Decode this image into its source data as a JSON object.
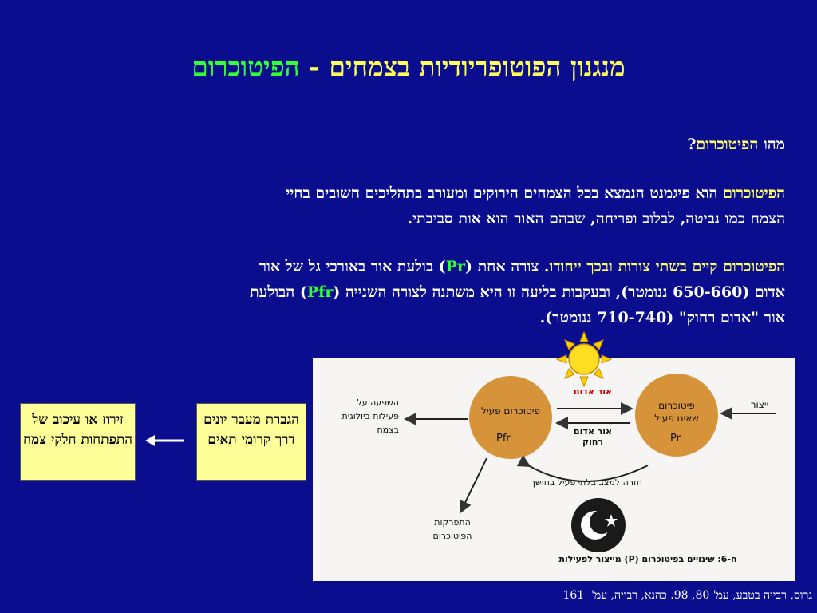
{
  "title": {
    "main": "מנגנון הפוטופריודיות בצמחים - ",
    "accent": "הפיטוכרום"
  },
  "question": {
    "prefix": "מהו ",
    "term": "הפיטוכרום",
    "suffix": "?"
  },
  "definition": {
    "term": "הפיטוכרום",
    "line1_rest": " הוא פיגמנט הנמצא בכל הצמחים הירוקים ומעורב בתהליכים חשובים בחיי",
    "line2": "הצמח כמו נביטה, לבלוב ופריחה, שבהם האור הוא אות סביבתי."
  },
  "forms": {
    "term": "הפיטוכרום",
    "exists": " קיים בשתי צורות ובכך ייחודו",
    "l1_a": ". צורה אחת (",
    "pr": "Pr",
    "l1_b": ") בולעת אור באורכי גל של אור",
    "l2_a": "אדום (650-660 ננומטר), ובעקבות בליעה זו היא משתנה לצורה השנייה (",
    "pfr": "Pfr",
    "l2_b": ") הבולעת",
    "l3": "אור \"אדום רחוק\" (710-740 ננומטר)."
  },
  "boxes": {
    "ion": "הגברת מעבר יונים דרך קרומי תאים",
    "growth": "זירוז או עיכוב של התפתחות חלקי צמח"
  },
  "figure": {
    "active_label": "פיטוכרום פעיל",
    "active_sub": "Pfr",
    "inactive_label1": "פיטוכרום",
    "inactive_label2": "שאינו פעיל",
    "inactive_sub": "Pr",
    "red_light": "אור אדום",
    "far_red1": "אור אדום",
    "far_red2": "רחוק",
    "production": "ייצור",
    "influence1": "השפעה על",
    "influence2": "פעילות ביולוגית",
    "influence3": "בצמח",
    "dark_return": "חזרה למצב בלתי פעיל בחושך",
    "decay1": "התפרקות",
    "decay2": "הפיטוכרום",
    "caption": "ח-6: שינויים בפיטוכרום (P) מייצור לפעילות"
  },
  "credit": {
    "text": "גרוס, רבייה בטבע, עמ' 80, 98. כהנא, רבייה, עמ'",
    "page": "161"
  },
  "colors": {
    "background": "#0a0d8e",
    "title_yellow": "#ffff55",
    "accent_green": "#33ff33",
    "box_fill": "#ffff99",
    "circle_fill": "#d6933a"
  }
}
